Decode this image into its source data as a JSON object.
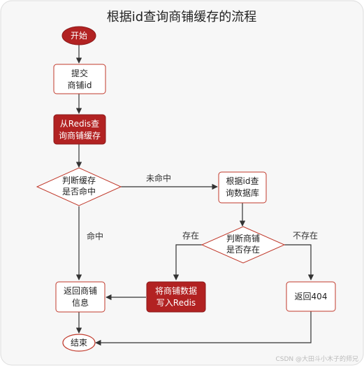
{
  "diagram": {
    "title": "根据id查询商铺缓存的流程",
    "nodes": {
      "start": "开始",
      "submit": [
        "提交",
        "商铺id"
      ],
      "query_redis": [
        "从Redis查",
        "询商铺缓存"
      ],
      "judge_cache": [
        "判断缓存",
        "是否命中"
      ],
      "query_db": [
        "根据id查",
        "询数据库"
      ],
      "judge_exist": [
        "判断商铺",
        "是否存在"
      ],
      "write_redis": [
        "将商铺数据",
        "写入Redis"
      ],
      "return_info": [
        "返回商铺",
        "信息"
      ],
      "return_404": "返回404",
      "end": "结束"
    },
    "edge_labels": {
      "miss": "未命中",
      "hit": "命中",
      "exists": "存在",
      "not_exists": "不存在"
    }
  },
  "watermark": "CSDN @大田斗小木子的师兄",
  "colors": {
    "accent_red": "#b22222",
    "border_red": "#c0392b",
    "line": "#333333",
    "page_bg": "#f7f7f7",
    "box_fill": "#ffffff"
  }
}
